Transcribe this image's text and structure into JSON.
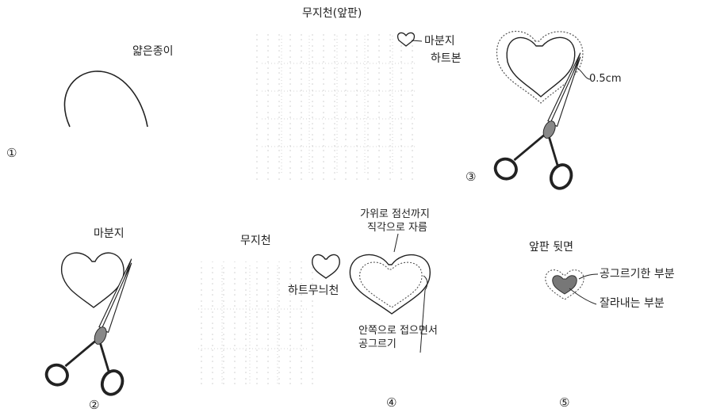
{
  "steps": {
    "s1": "①",
    "s2": "②",
    "s3": "③",
    "s4": "④",
    "s5": "⑤"
  },
  "panel1": {
    "thin_paper": "얇은종이"
  },
  "panel_top_center": {
    "fabric_front": "무지천(앞판)"
  },
  "panel3": {
    "cardboard": "마분지",
    "heart_template": "하트본",
    "margin": "0.5cm"
  },
  "panel2": {
    "cardboard": "마분지"
  },
  "panel_bottom_center": {
    "plain_fabric": "무지천",
    "heart_pattern_fabric": "하트무늬천"
  },
  "panel4": {
    "cut_line_1": "가위로 점선까지",
    "cut_line_2": "직각으로 자름",
    "fold_line_1": "안쪽으로 접으면서",
    "fold_line_2": "공그르기"
  },
  "panel5": {
    "back_of_front": "앞판 뒷면",
    "blind_stitched": "공그르기한 부분",
    "cut_out": "잘라내는 부분"
  },
  "colors": {
    "ink": "#222222",
    "dots": "#c8c8c8",
    "fill_dark": "#777777",
    "scissor_grey": "#8a8a8a"
  }
}
